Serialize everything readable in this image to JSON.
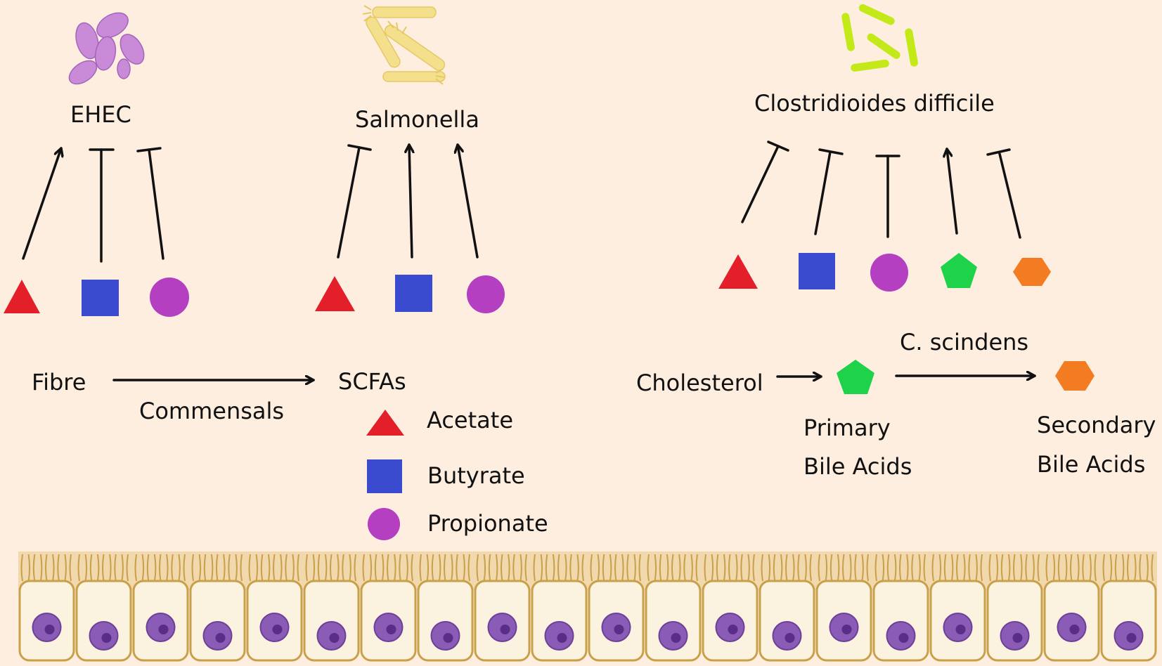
{
  "pathogens": {
    "ehec": "EHEC",
    "salmonella": "Salmonella",
    "cdiff": "Clostridioides difficile"
  },
  "pathway": {
    "fibre": "Fibre",
    "commensals": "Commensals",
    "scfas": "SCFAs",
    "cholesterol": "Cholesterol",
    "c_scindens": "C. scindens",
    "primary_line1": "Primary",
    "primary_line2": "Bile Acids",
    "secondary_line1": "Secondary",
    "secondary_line2": "Bile Acids"
  },
  "legend": {
    "acetate": "Acetate",
    "butyrate": "Butyrate",
    "propionate": "Propionate"
  },
  "colors": {
    "background": "#fdeee0",
    "acetate": "#e3202a",
    "butyrate": "#3b4bcf",
    "propionate": "#b43fc0",
    "primary_bile_acid": "#1ed24a",
    "secondary_bile_acid": "#f37c22",
    "ehec_bacteria": "#c98ad8",
    "salmonella_bacteria": "#f3df8c",
    "cdiff_bacteria": "#c3ea18",
    "epithelium_outline": "#c9a04a",
    "nucleus": "#8a5cb5"
  },
  "relations": {
    "ehec": [
      "promotes",
      "inhibits",
      "inhibits"
    ],
    "salmonella": [
      "inhibits",
      "promotes",
      "promotes"
    ],
    "cdiff": [
      "inhibits",
      "inhibits",
      "inhibits",
      "promotes",
      "inhibits"
    ]
  }
}
